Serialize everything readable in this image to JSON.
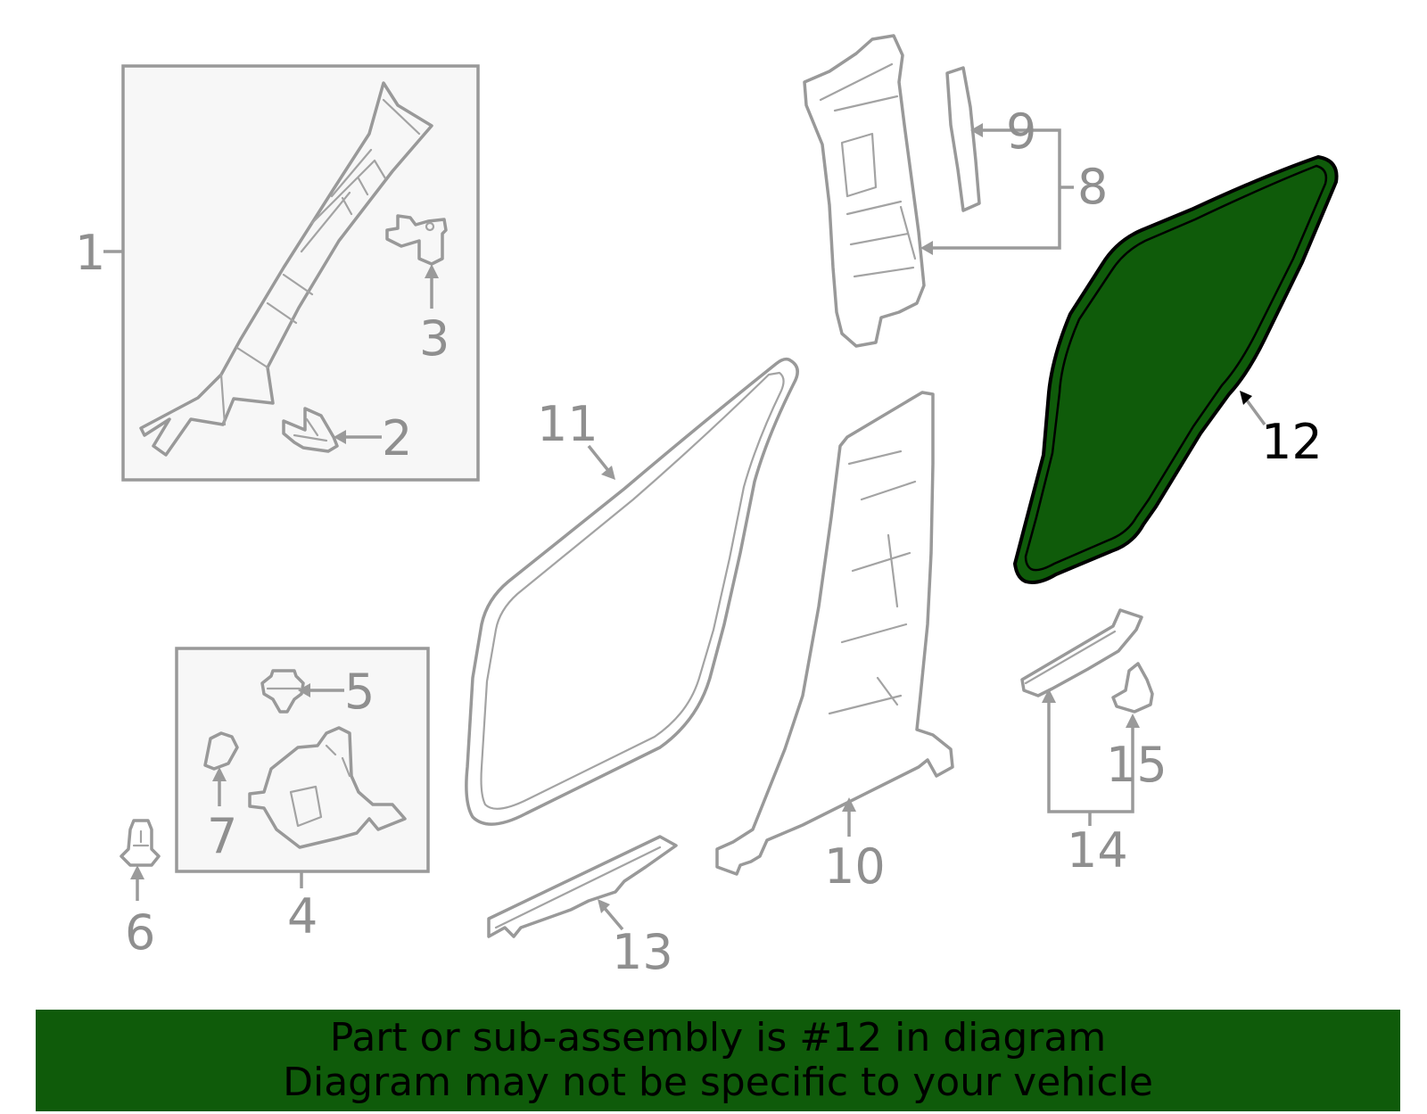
{
  "callouts": {
    "c1": "1",
    "c2": "2",
    "c3": "3",
    "c4": "4",
    "c5": "5",
    "c6": "6",
    "c7": "7",
    "c8": "8",
    "c9": "9",
    "c10": "10",
    "c11": "11",
    "c12": "12",
    "c13": "13",
    "c14": "14",
    "c15": "15"
  },
  "highlight": {
    "part": "12",
    "fill_color": "#0f5b0a",
    "outline_color": "#000000"
  },
  "banner": {
    "line1": "Part or sub-assembly is #12 in diagram",
    "line2": "Diagram may not be specific to your vehicle",
    "background": "#0f5b0a"
  }
}
